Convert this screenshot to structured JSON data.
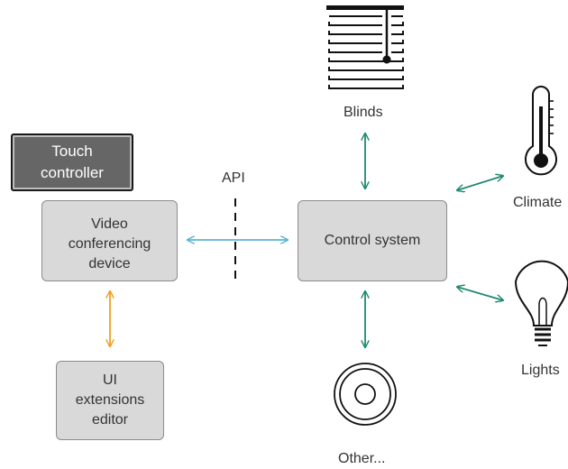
{
  "nodes": {
    "touch_controller": "Touch\ncontroller",
    "video_device": "Video\nconferencing\ndevice",
    "ui_editor": "UI\nextensions\neditor",
    "control_system": "Control system",
    "blinds": "Blinds",
    "climate": "Climate",
    "lights": "Lights",
    "other": "Other..."
  },
  "api_label": "API",
  "colors": {
    "api_arrow": "#5bb4d6",
    "editor_arrow": "#f0a020",
    "device_arrows": "#1f8a70",
    "box_fill": "#d9d9d9",
    "box_border": "#8c8c8c"
  },
  "icons": [
    "blinds-icon",
    "thermometer-icon",
    "light-bulb-icon",
    "other-device-icon"
  ]
}
